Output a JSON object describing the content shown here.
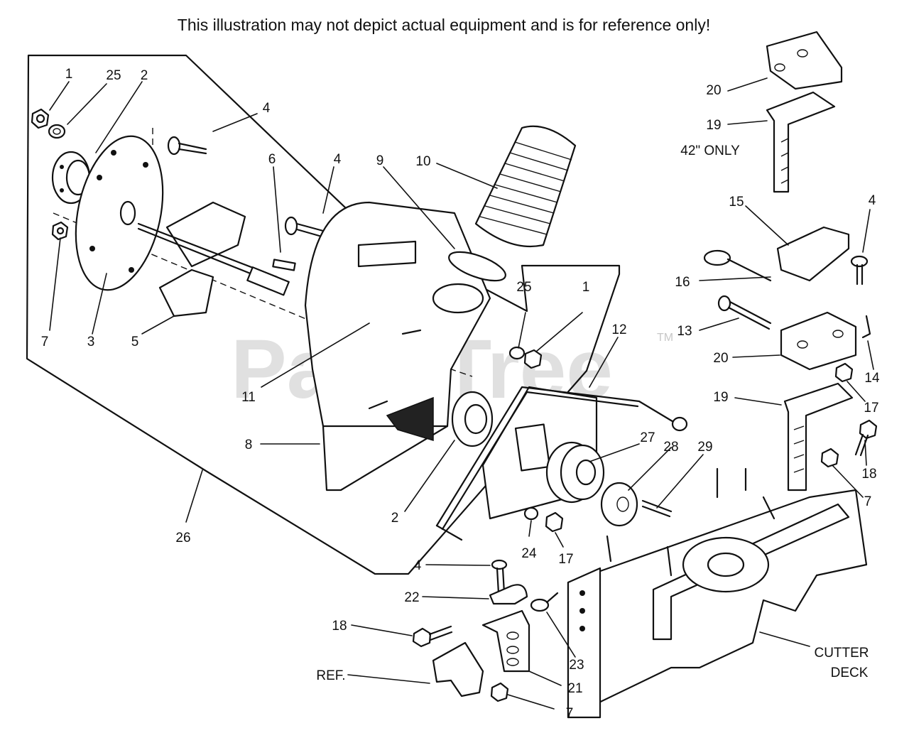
{
  "disclaimer": "This illustration may not depict actual equipment and is for reference only!",
  "watermark": {
    "text": "PartsTree",
    "trademark": "TM"
  },
  "note_42_only": "42\" ONLY",
  "ref_label": "REF.",
  "cutter_deck_label": [
    "CUTTER",
    "DECK"
  ],
  "callouts": [
    "1",
    "25",
    "2",
    "4",
    "6",
    "4",
    "9",
    "10",
    "7",
    "3",
    "5",
    "11",
    "8",
    "26",
    "25",
    "1",
    "12",
    "2",
    "27",
    "28",
    "29",
    "24",
    "17",
    "4",
    "22",
    "18",
    "23",
    "21",
    "7",
    "20",
    "19",
    "15",
    "4",
    "16",
    "13",
    "20",
    "14",
    "17",
    "19",
    "18",
    "7"
  ]
}
